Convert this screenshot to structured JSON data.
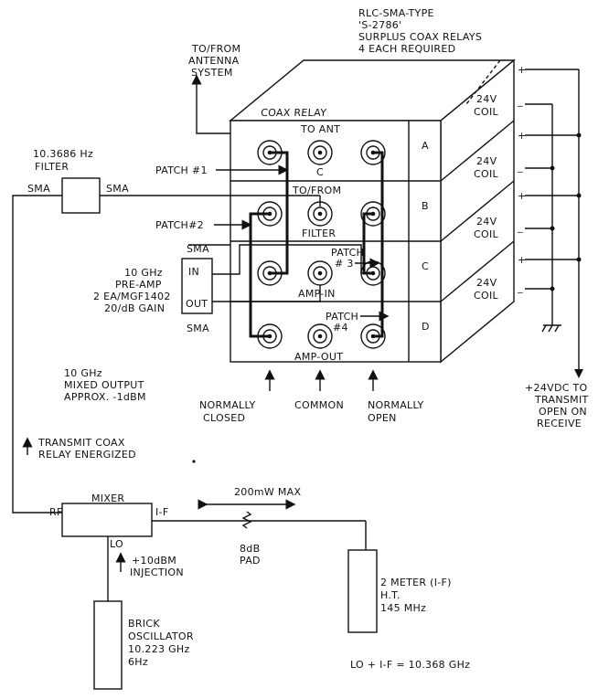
{
  "header": {
    "line1": "RLC-SMA-TYPE",
    "line2": "'S-2786'",
    "line3": "SURPLUS COAX RELAYS",
    "line4": "4 EACH REQUIRED"
  },
  "antenna": {
    "line1": "TO/FROM",
    "line2": "ANTENNA",
    "line3": "SYSTEM"
  },
  "relay": {
    "title": "COAX RELAY",
    "rows": [
      "A",
      "B",
      "C",
      "D"
    ],
    "coil": {
      "voltage": "24V",
      "label": "COIL",
      "plus": "+",
      "minus": "_"
    },
    "port_labels": {
      "to_ant": "TO ANT",
      "c": "C",
      "to_from": "TO/FROM",
      "filter": "FILTER",
      "amp_in": "AMP-IN",
      "amp_out": "AMP-OUT"
    },
    "patch1": "PATCH #1",
    "patch2": "PATCH#2",
    "patch3_a": "PATCH",
    "patch3_b": "# 3",
    "patch4_a": "PATCH",
    "patch4_b": "#4",
    "contacts": {
      "nc1": "NORMALLY",
      "nc2": "CLOSED",
      "com": "COMMON",
      "no1": "NORMALLY",
      "no2": "OPEN"
    }
  },
  "filter": {
    "line1": "10.3686 Hz",
    "line2": "FILTER",
    "sma_left": "SMA",
    "sma_right": "SMA"
  },
  "preamp": {
    "sma_top": "SMA",
    "sma_bottom": "SMA",
    "in": "IN",
    "out": "OUT",
    "line1": "10 GHz",
    "line2": "PRE-AMP",
    "line3": "2 EA/MGF1402",
    "line4": "20/dB GAIN"
  },
  "output": {
    "line1": "10 GHz",
    "line2": "MIXED OUTPUT",
    "line3": "APPROX. -1dBM"
  },
  "legend": {
    "line1": "TRANSMIT COAX",
    "line2": "RELAY ENERGIZED"
  },
  "power": {
    "line1": "+24VDC TO",
    "line2": "TRANSMIT",
    "line3": "OPEN ON",
    "line4": "RECEIVE"
  },
  "mixer": {
    "title": "MIXER",
    "rf": "RF",
    "if": "I-F",
    "lo": "LO"
  },
  "injection": {
    "line1": "+10dBM",
    "line2": "INJECTION"
  },
  "pad": {
    "max": "200mW MAX",
    "line1": "8dB",
    "line2": "PAD"
  },
  "radio": {
    "line1": "2 METER (I-F)",
    "line2": "H.T.",
    "line3": "145 MHz"
  },
  "oscillator": {
    "line1": "BRICK",
    "line2": "OSCILLATOR",
    "line3": "10.223 GHz",
    "line4": "6Hz"
  },
  "formula": "LO + I-F  =  10.368 GHz"
}
